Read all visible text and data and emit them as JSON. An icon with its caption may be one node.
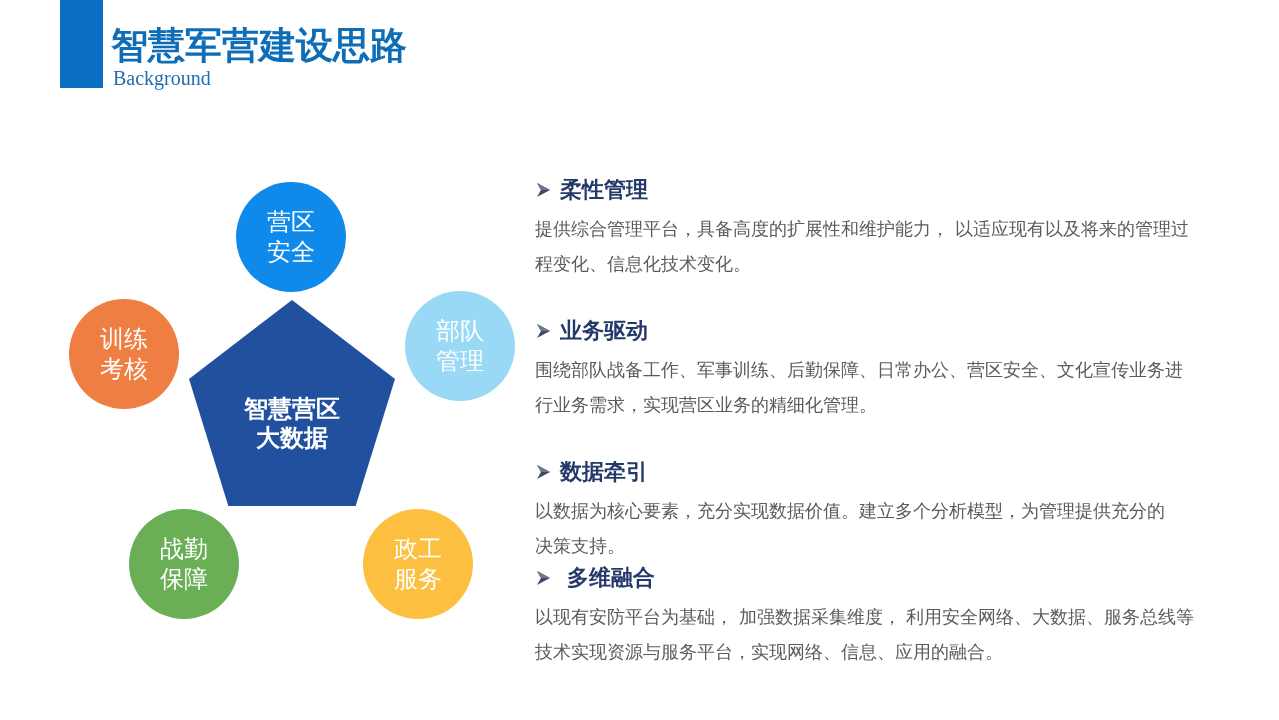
{
  "diagram": {
    "title": "智慧军营建设思路",
    "nodes": [
      {
        "text": [
          "智慧营区大数据"
        ]
      },
      {
        "text": [
          "营区安全"
        ]
      },
      {
        "text": [
          "训练考核"
        ]
      },
      {
        "text": [
          "部队管理"
        ]
      },
      {
        "text": [
          "战勤保障"
        ]
      },
      {
        "text": [
          "政工服务"
        ]
      }
    ],
    "labels": [
      "Background",
      "柔性管理",
      "提供综合管理平台，具备高度的扩展性和维护能力， 以适应现有以及将来的管理过程变化、信息化技术变化。",
      "业务驱动",
      "围绕部队战备工作、军事训练、后勤保障、日常办公、营区安全、文化宣传业务进行业务需求，实现营区业务的精细化管理。",
      "数据牵引",
      "以数据为核心要素，充分实现数据价值。建立多个分析模型，为管理提供充分的决策支持。",
      "多维融合",
      "以现有安防平台为基础， 加强数据采集维度， 利用安全网络、大数据、服务总线等技术实现资源与服务平台，实现网络、信息、应用的融合。"
    ]
  }
}
